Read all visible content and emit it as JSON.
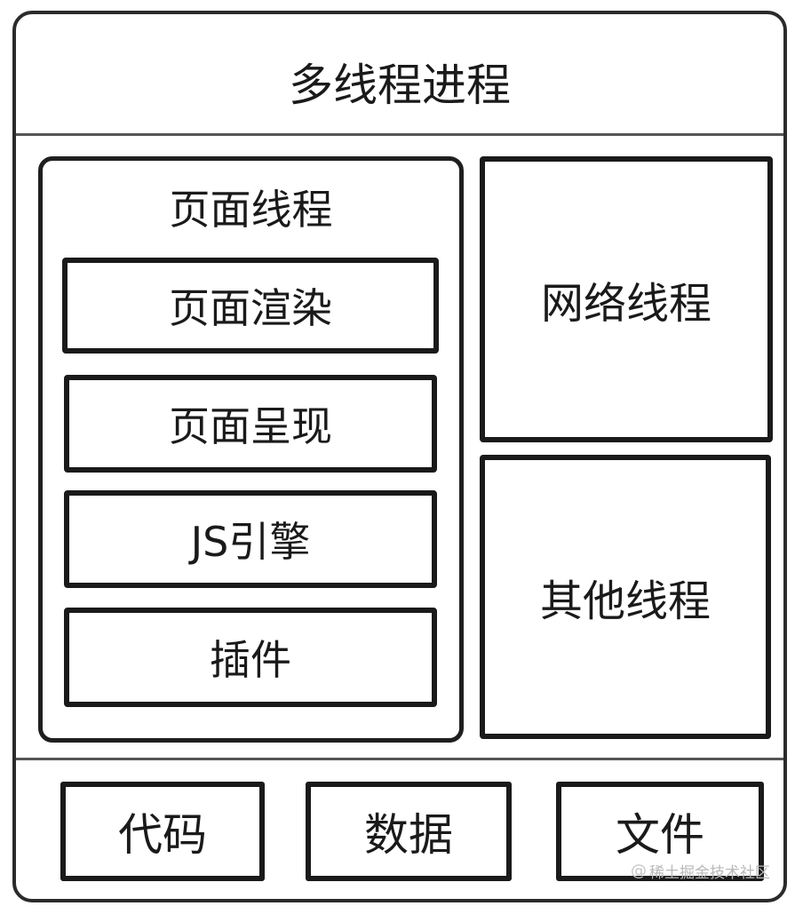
{
  "process": {
    "title": "多线程进程"
  },
  "page_thread": {
    "title": "页面线程",
    "items": [
      {
        "label": "页面渲染"
      },
      {
        "label": "页面呈现"
      },
      {
        "label": "JS引擎"
      },
      {
        "label": "插件"
      }
    ]
  },
  "network_thread": {
    "label": "网络线程"
  },
  "other_thread": {
    "label": "其他线程"
  },
  "resources": [
    {
      "label": "代码"
    },
    {
      "label": "数据"
    },
    {
      "label": "文件"
    }
  ],
  "watermark": {
    "icon": "at-sign-icon",
    "symbol": "@",
    "text": "稀土掘金技术社区"
  }
}
